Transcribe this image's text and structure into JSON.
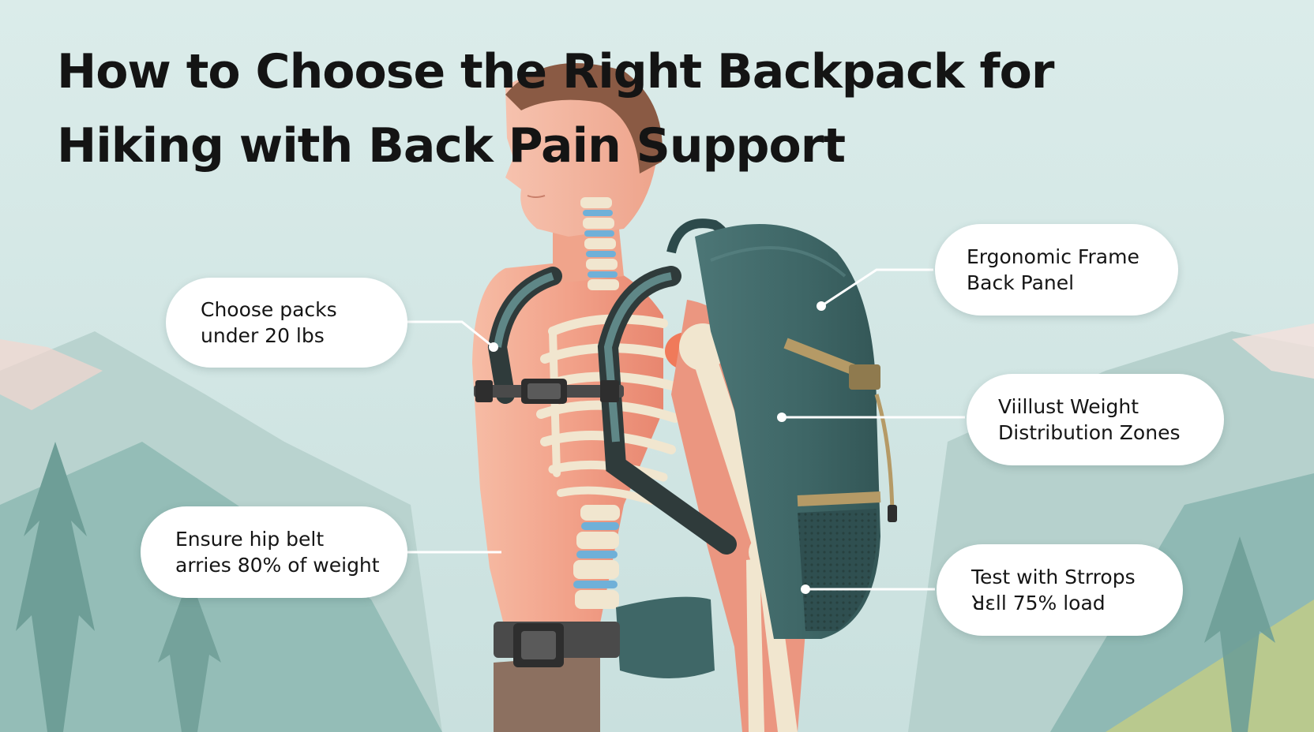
{
  "title": {
    "line1": "How to Choose the Right Backpack for",
    "line2": "Hiking with Back Pain Support"
  },
  "callouts": {
    "packs": {
      "line1": "Choose packs",
      "line2": "under 20 lbs"
    },
    "hip_belt": {
      "line1": "Ensure hip belt",
      "line2": "arries 80% of weight"
    },
    "frame": {
      "line1": "Ergonomic Frame",
      "line2": "Back Panel"
    },
    "weight_zones": {
      "line1": "Viillust Weight",
      "line2": "Distribution Zones"
    },
    "straps": {
      "line1": "Test with Strrops",
      "line2": "ꓤɛll 75% load"
    }
  },
  "colors": {
    "sky": "#d3e6e5",
    "mountain": "#8fb9b4",
    "skin": "#f2a98f",
    "bone": "#f1e6cf",
    "spine_disc": "#6fb0d8",
    "pack": "#3f6767",
    "strap": "#3a3a3a",
    "buckle_tan": "#b59a66",
    "pants": "#8c7060",
    "hair": "#8a5a44"
  }
}
